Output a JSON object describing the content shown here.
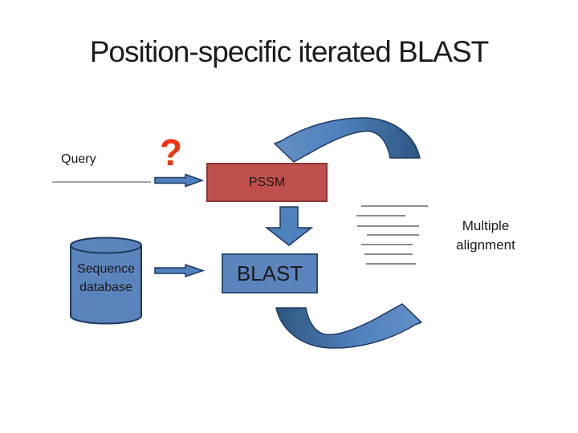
{
  "slide": {
    "title": "Position-specific iterated BLAST"
  },
  "diagram": {
    "query_label": "Query",
    "question_mark": "?",
    "pssm_label": "PSSM",
    "blast_label": "BLAST",
    "database_label": "Sequence database",
    "multiple_alignment_label": "Multiple alignment",
    "alignment_lines_count": 7
  },
  "colors": {
    "box_blue": "#5B84BC",
    "box_blue_border": "#2E4D79",
    "box_red": "#C0504D",
    "box_red_border": "#8C3836",
    "arrow_blue": "#4F81BD",
    "arrow_blue_dark": "#2E5680",
    "arrow_border": "#1F3864",
    "question_red": "#EE3311",
    "line_gray": "#A6A6A6",
    "alignment_gray": "#8C8C8C",
    "text": "#1A1A1A"
  }
}
